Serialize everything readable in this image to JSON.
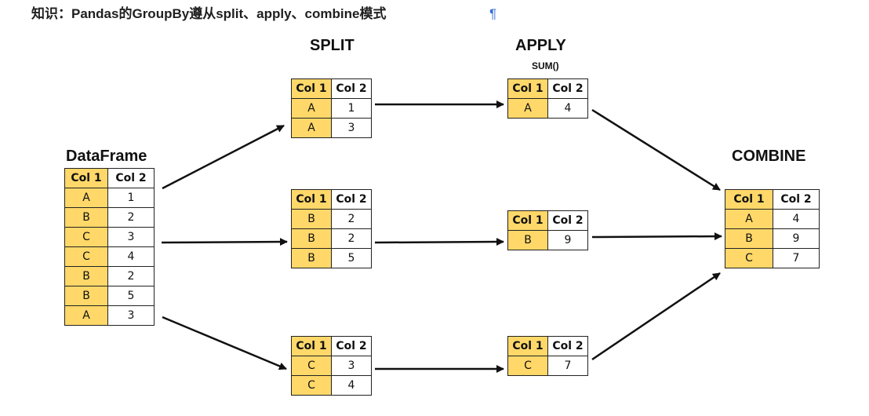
{
  "heading": "知识：Pandas的GroupBy遵从split、apply、combine模式",
  "pilcrow": "¶",
  "labels": {
    "dataframe": "DataFrame",
    "split": "SPLIT",
    "apply": "APPLY",
    "apply_func": "SUM()",
    "combine": "COMBINE"
  },
  "columns": [
    "Col 1",
    "Col 2"
  ],
  "dataframe": [
    [
      "A",
      "1"
    ],
    [
      "B",
      "2"
    ],
    [
      "C",
      "3"
    ],
    [
      "C",
      "4"
    ],
    [
      "B",
      "2"
    ],
    [
      "B",
      "5"
    ],
    [
      "A",
      "3"
    ]
  ],
  "split": [
    [
      [
        "A",
        "1"
      ],
      [
        "A",
        "3"
      ]
    ],
    [
      [
        "B",
        "2"
      ],
      [
        "B",
        "2"
      ],
      [
        "B",
        "5"
      ]
    ],
    [
      [
        "C",
        "3"
      ],
      [
        "C",
        "4"
      ]
    ]
  ],
  "apply": [
    [
      [
        "A",
        "4"
      ]
    ],
    [
      [
        "B",
        "9"
      ]
    ],
    [
      [
        "C",
        "7"
      ]
    ]
  ],
  "combine": [
    [
      "A",
      "4"
    ],
    [
      "B",
      "9"
    ],
    [
      "C",
      "7"
    ]
  ],
  "colors": {
    "key_fill": "#ffd869",
    "border": "#222222",
    "arrow": "#111111",
    "pilcrow": "#3a6fd8"
  }
}
